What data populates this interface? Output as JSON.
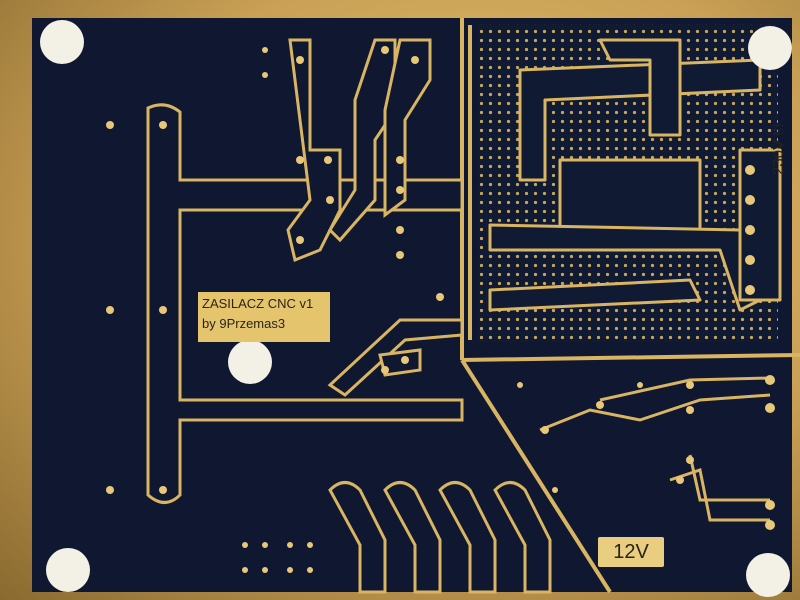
{
  "board": {
    "title_line1": "ZASILACZ CNC v1",
    "title_line2": "by 9Przemas3",
    "warning_label": "230V !!!",
    "voltage_label": "12V"
  },
  "colors": {
    "substrate": "#0f1830",
    "copper": "#d9b462",
    "background": "#c9a055"
  }
}
